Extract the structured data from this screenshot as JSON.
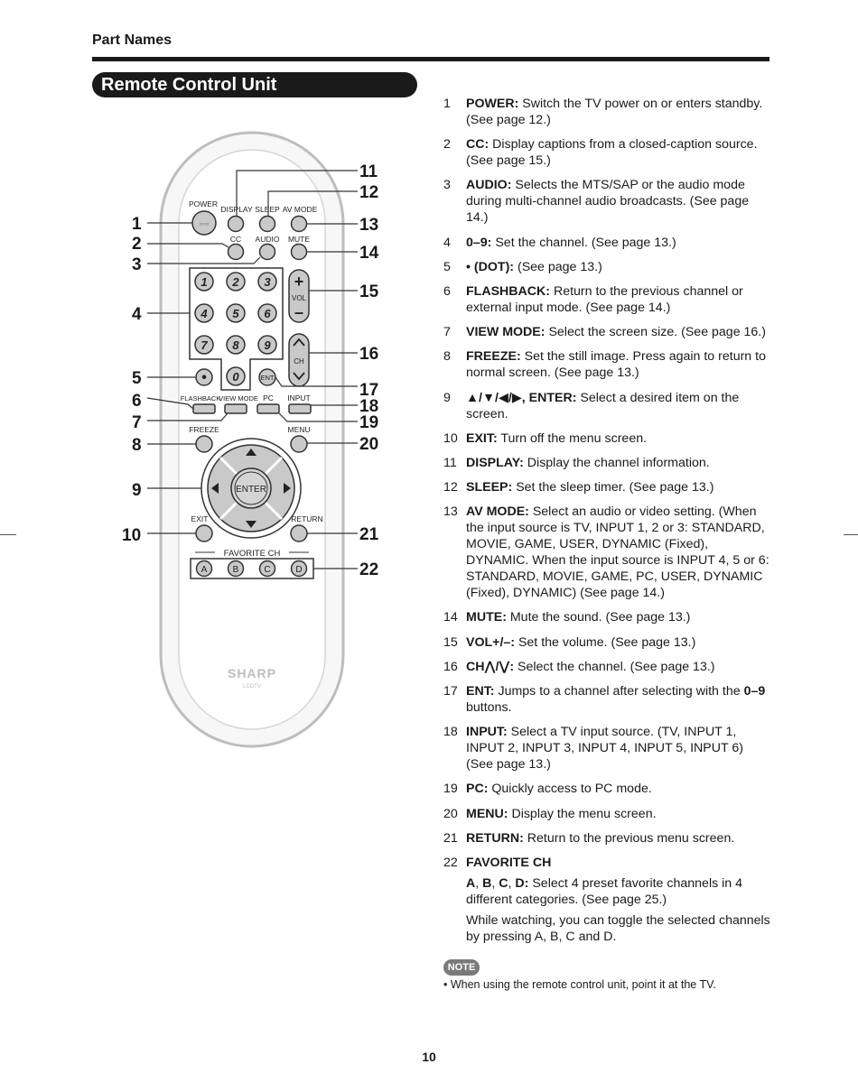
{
  "header": {
    "section": "Part Names",
    "title": "Remote Control Unit"
  },
  "remote": {
    "callout_numbers": [
      "1",
      "2",
      "3",
      "4",
      "5",
      "6",
      "7",
      "8",
      "9",
      "10",
      "11",
      "12",
      "13",
      "14",
      "15",
      "16",
      "17",
      "18",
      "19",
      "20",
      "21",
      "22"
    ],
    "labels": {
      "power": "POWER",
      "display": "DISPLAY",
      "sleep": "SLEEP",
      "av_mode": "AV MODE",
      "cc": "CC",
      "audio": "AUDIO",
      "mute": "MUTE",
      "vol": "VOL",
      "ch": "CH",
      "ent": "ENT",
      "flashback": "FLASHBACK",
      "view_mode": "VIEW MODE",
      "pc": "PC",
      "input": "INPUT",
      "freeze": "FREEZE",
      "menu": "MENU",
      "enter": "ENTER",
      "exit": "EXIT",
      "return": "RETURN",
      "favorite_ch": "FAVORITE CH",
      "brand": "SHARP",
      "model": "LCDTV"
    },
    "digits": [
      "1",
      "2",
      "3",
      "4",
      "5",
      "6",
      "7",
      "8",
      "9",
      "0"
    ],
    "favorites": [
      "A",
      "B",
      "C",
      "D"
    ],
    "power_dots": "○○○",
    "plus": "+",
    "minus": "–",
    "dot": "•"
  },
  "items": [
    {
      "num": "1",
      "term": "POWER:",
      "text": " Switch the TV power on or enters standby. (See page 12.)"
    },
    {
      "num": "2",
      "term": "CC:",
      "text": " Display captions from a closed-caption source. (See page 15.)"
    },
    {
      "num": "3",
      "term": "AUDIO:",
      "text": " Selects the MTS/SAP or the audio mode during multi-channel audio broadcasts. (See page 14.)"
    },
    {
      "num": "4",
      "term": "0–9:",
      "text": " Set the channel. (See page 13.)"
    },
    {
      "num": "5",
      "term": "• (DOT):",
      "text": " (See page 13.)"
    },
    {
      "num": "6",
      "term": "FLASHBACK:",
      "text": " Return to the previous channel or external input mode. (See page 14.)"
    },
    {
      "num": "7",
      "term": "VIEW MODE:",
      "text": " Select the screen size. (See page 16.)"
    },
    {
      "num": "8",
      "term": "FREEZE:",
      "text": " Set the still image. Press again to return to normal screen. (See page 13.)"
    },
    {
      "num": "9",
      "term": "▲/▼/◀/▶, ENTER:",
      "text": " Select a desired item on the screen."
    },
    {
      "num": "10",
      "term": "EXIT:",
      "text": " Turn off the menu screen."
    },
    {
      "num": "11",
      "term": "DISPLAY:",
      "text": " Display the channel information."
    },
    {
      "num": "12",
      "term": "SLEEP:",
      "text": " Set the sleep timer. (See page 13.)"
    },
    {
      "num": "13",
      "term": "AV MODE:",
      "text": " Select an audio or video setting. (When the input source is TV, INPUT 1, 2 or 3: STANDARD, MOVIE, GAME, USER, DYNAMIC (Fixed), DYNAMIC. When the input source is INPUT 4, 5 or 6: STANDARD, MOVIE, GAME, PC, USER, DYNAMIC (Fixed), DYNAMIC) (See page 14.)"
    },
    {
      "num": "14",
      "term": "MUTE:",
      "text": " Mute the sound. (See page 13.)"
    },
    {
      "num": "15",
      "term": "VOL+/–:",
      "text": " Set the volume. (See page 13.)"
    },
    {
      "num": "16",
      "term": "CH⋀/⋁:",
      "text": " Select the channel. (See page 13.)"
    },
    {
      "num": "17",
      "term": "ENT:",
      "text": " Jumps to a channel after selecting with the ",
      "term2": "0–9",
      "text2": " buttons."
    },
    {
      "num": "18",
      "term": "INPUT:",
      "text": " Select a TV input source. (TV, INPUT 1, INPUT 2, INPUT 3, INPUT 4, INPUT 5, INPUT 6) (See page 13.)"
    },
    {
      "num": "19",
      "term": "PC:",
      "text": " Quickly access to PC mode."
    },
    {
      "num": "20",
      "term": "MENU:",
      "text": " Display the menu screen."
    },
    {
      "num": "21",
      "term": "RETURN:",
      "text": " Return to the previous menu screen."
    }
  ],
  "item22": {
    "num": "22",
    "term": "FAVORITE CH",
    "sub_a": "A",
    "sub_b": "B",
    "sub_c": "C",
    "sub_d": "D:",
    "sep": ", ",
    "sub_text": " Select 4 preset favorite channels in 4 different categories. (See page 25.)",
    "para2": "While watching, you can toggle the selected channels by pressing A, B, C and D."
  },
  "note": {
    "badge": "NOTE",
    "text": "• When using the remote control unit, point it at the TV."
  },
  "page_number": "10"
}
